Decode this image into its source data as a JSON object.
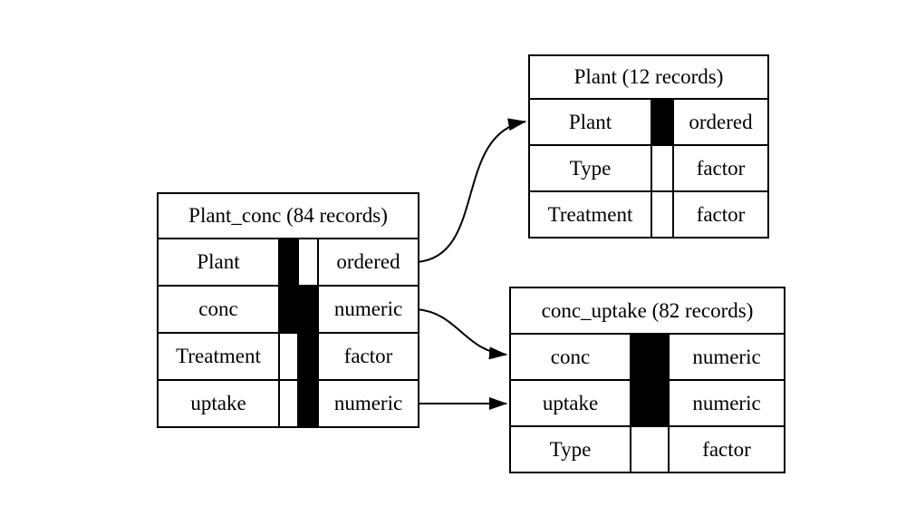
{
  "diagram": {
    "kind": "data-model relationship diagram",
    "background": "#ffffff",
    "line_color": "#000000",
    "key_indicator_fill": "#000000"
  },
  "tables": [
    {
      "title": "Plant_conc (84 records)",
      "rows": [
        {
          "name": "Plant",
          "type": "ordered",
          "key1": "black",
          "key2": "white"
        },
        {
          "name": "conc",
          "type": "numeric",
          "key1": "black",
          "key2": "black"
        },
        {
          "name": "Treatment",
          "type": "factor",
          "key1": "white",
          "key2": "black"
        },
        {
          "name": "uptake",
          "type": "numeric",
          "key1": "white",
          "key2": "black"
        }
      ]
    },
    {
      "title": "Plant (12 records)",
      "rows": [
        {
          "name": "Plant",
          "type": "ordered",
          "key1": "black"
        },
        {
          "name": "Type",
          "type": "factor",
          "key1": "white"
        },
        {
          "name": "Treatment",
          "type": "factor",
          "key1": "white"
        }
      ]
    },
    {
      "title": "conc_uptake (82 records)",
      "rows": [
        {
          "name": "conc",
          "type": "numeric",
          "key1": "black"
        },
        {
          "name": "uptake",
          "type": "numeric",
          "key1": "black"
        },
        {
          "name": "Type",
          "type": "factor",
          "key1": "white"
        }
      ]
    }
  ],
  "relations": [
    {
      "from_table": "Plant_conc",
      "from_column": "Plant",
      "to_table": "Plant",
      "to_column": "Plant"
    },
    {
      "from_table": "Plant_conc",
      "from_column": "conc",
      "to_table": "conc_uptake",
      "to_column": "conc"
    },
    {
      "from_table": "Plant_conc",
      "from_column": "uptake",
      "to_table": "conc_uptake",
      "to_column": "uptake"
    }
  ]
}
